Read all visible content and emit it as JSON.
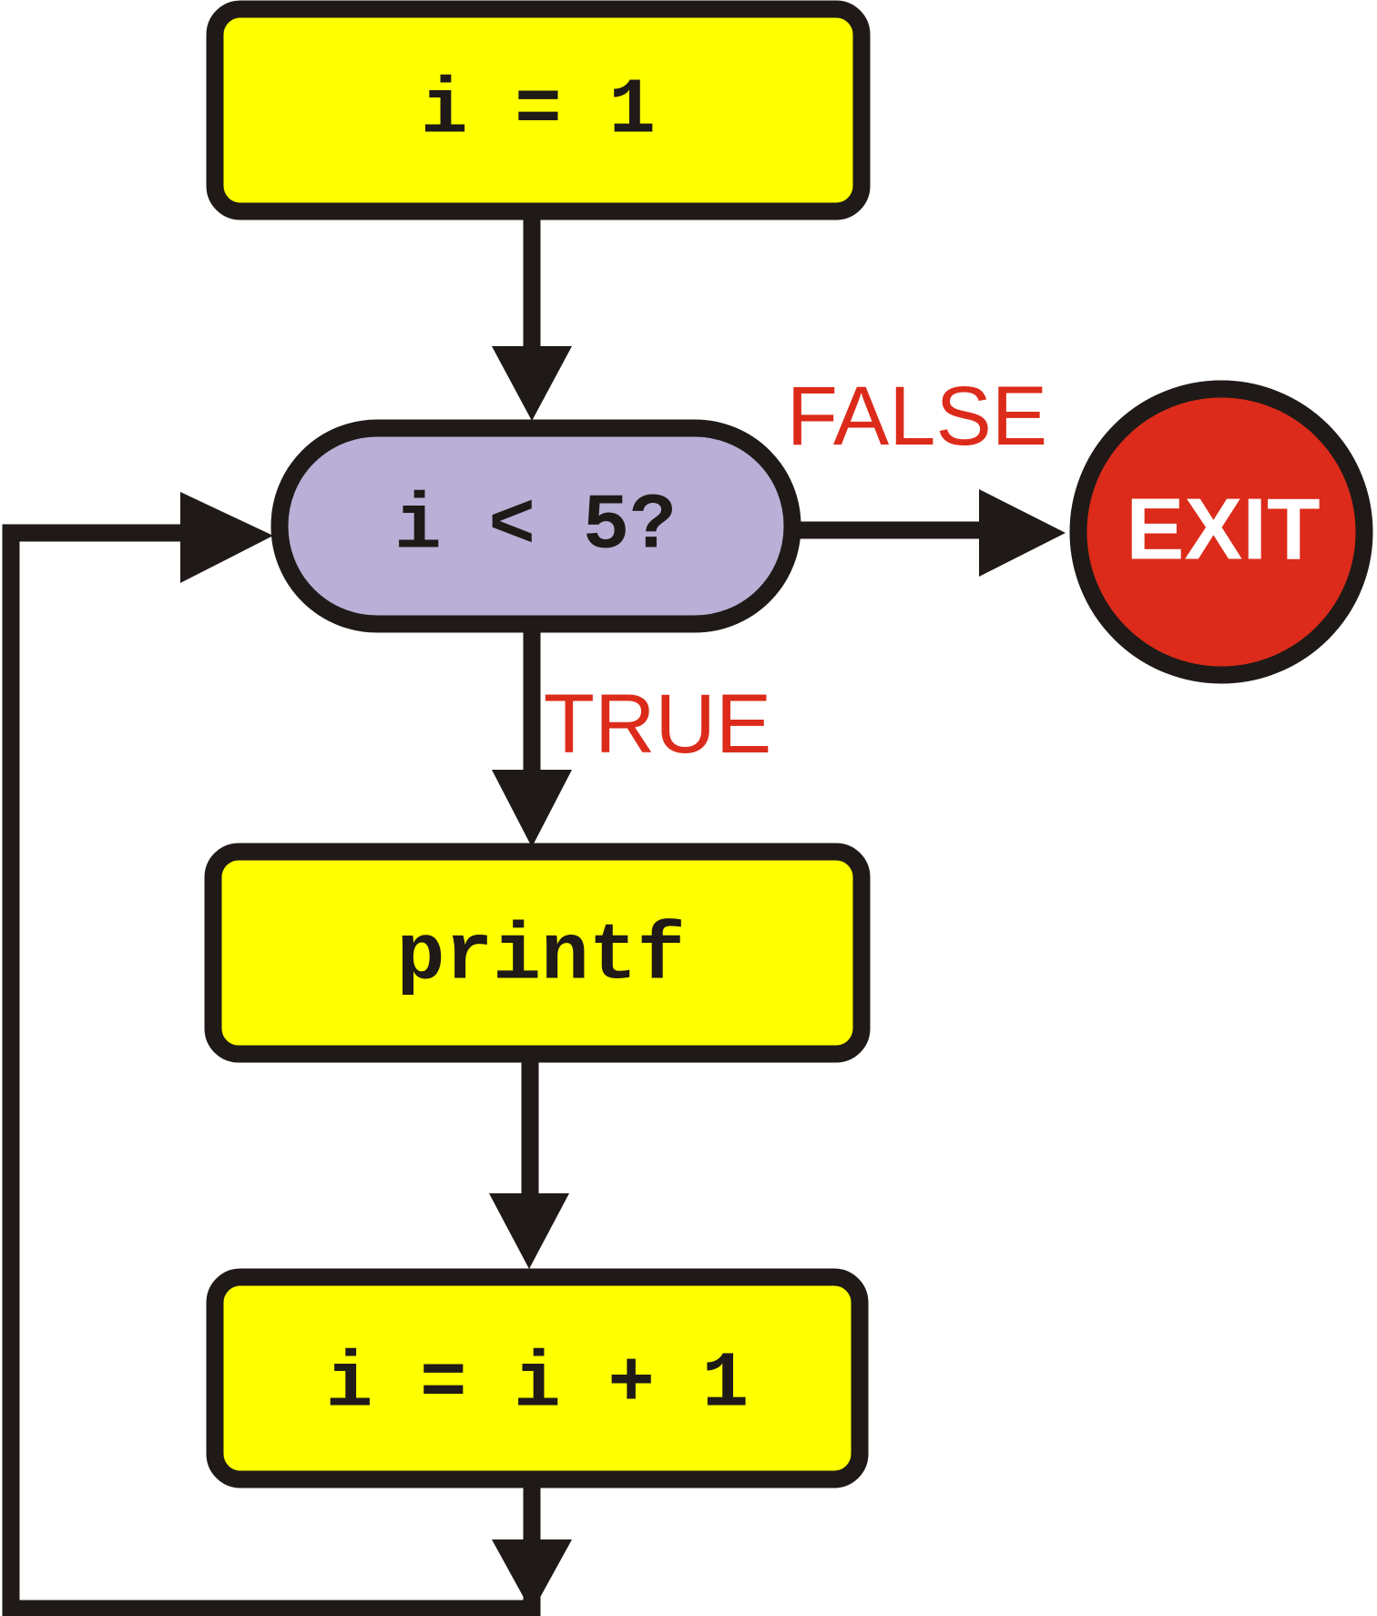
{
  "nodes": {
    "init": {
      "label": "i = 1"
    },
    "condition": {
      "label": "i < 5?"
    },
    "print": {
      "label": "printf"
    },
    "increment": {
      "label": "i = i + 1"
    },
    "exit": {
      "label": "EXIT"
    }
  },
  "edges": {
    "false_label": "FALSE",
    "true_label": "TRUE"
  },
  "colors": {
    "process_fill": "#ffff00",
    "decision_fill": "#b8b0d6",
    "exit_fill": "#dc2b1a",
    "stroke": "#1f1a17",
    "branch_label": "#dc2b1a",
    "exit_text": "#ffffff"
  }
}
